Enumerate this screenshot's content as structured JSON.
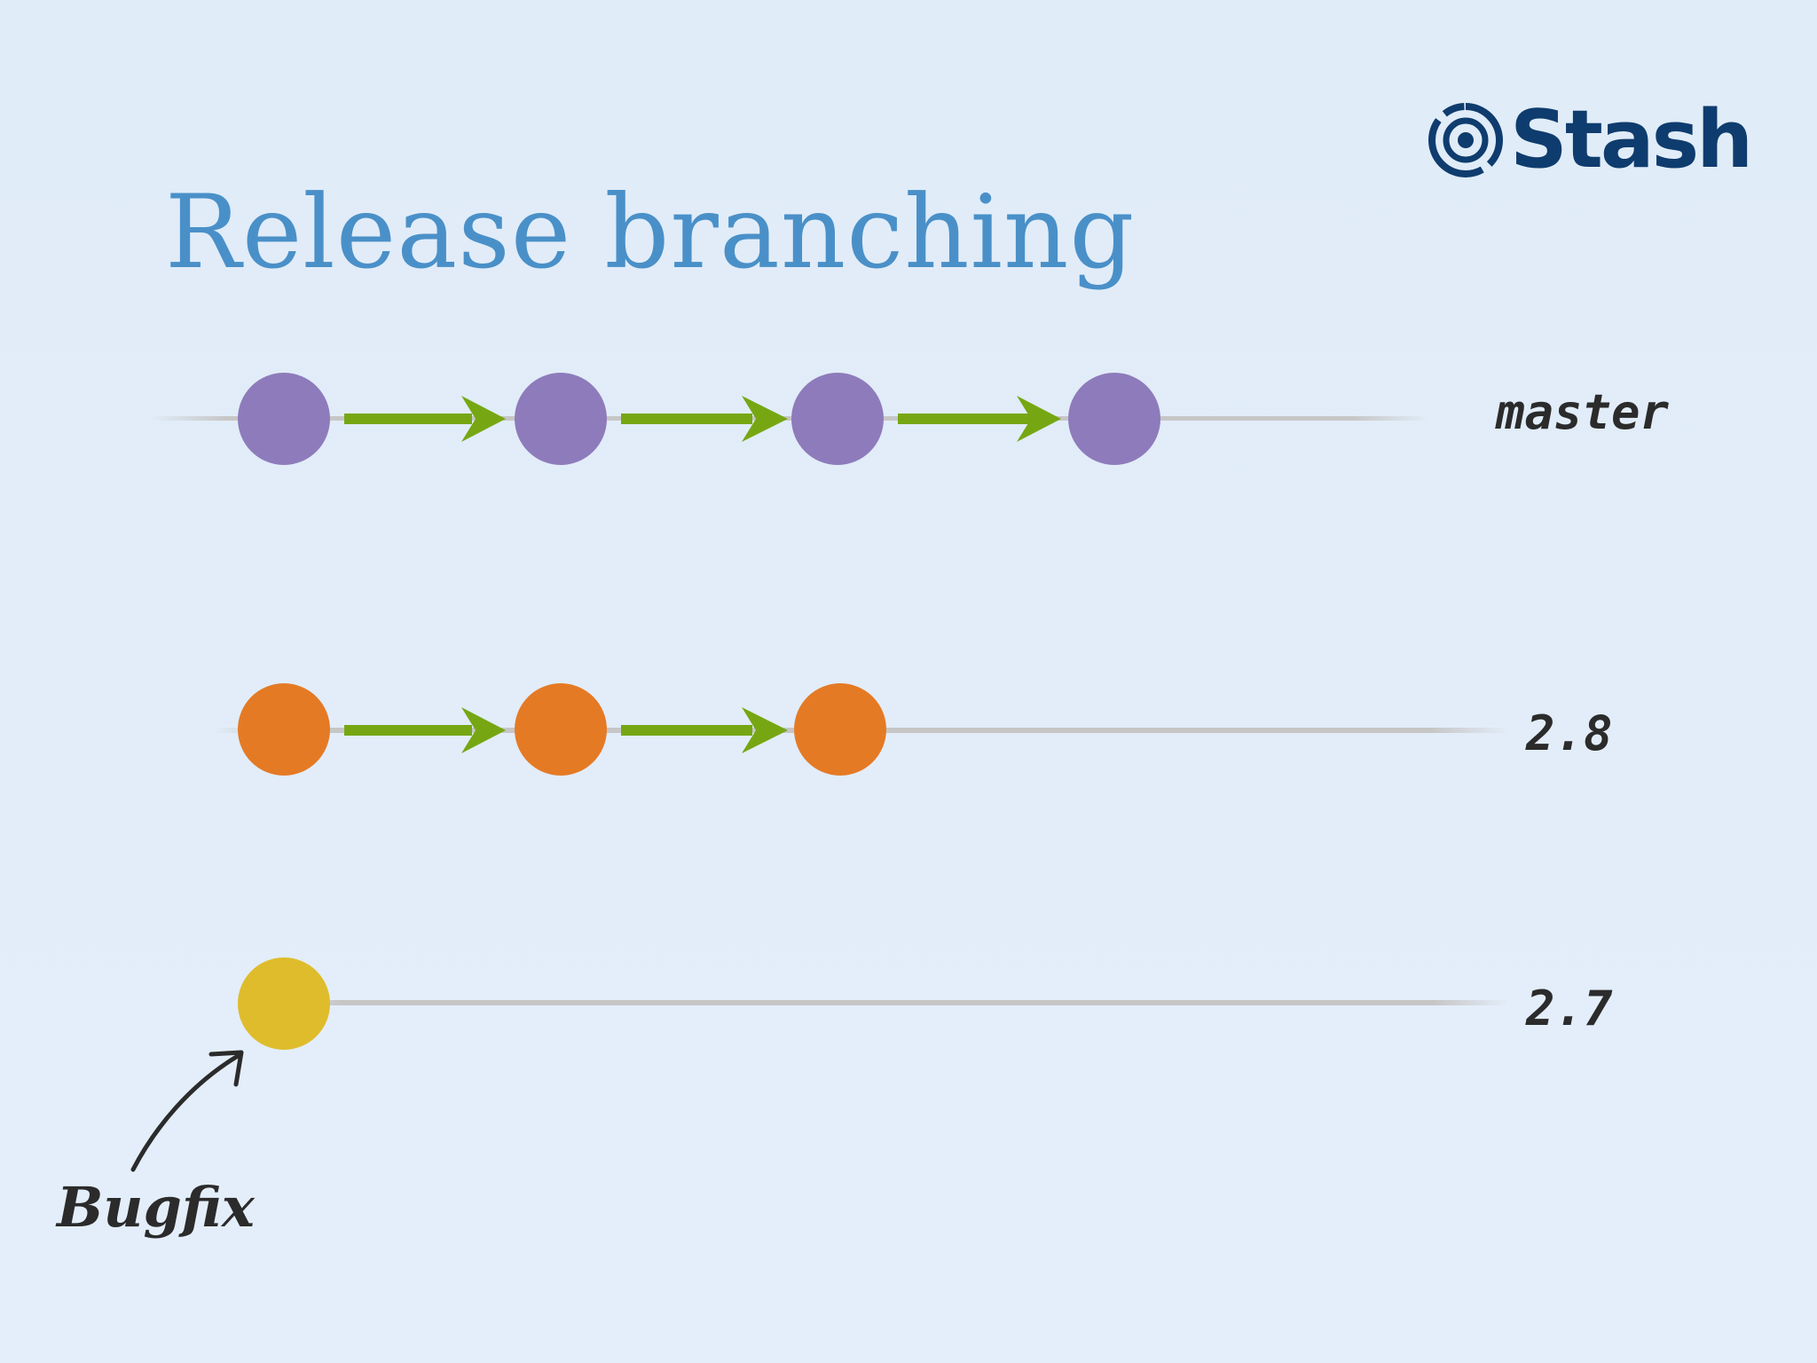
{
  "title": "Release branching",
  "logo": {
    "text": "Stash",
    "icon": "stash-logo-icon",
    "color": "#0f3c6e"
  },
  "colors": {
    "background": "#e2edf8",
    "title": "#4a90c8",
    "master_commit": "#8e7bbb",
    "release_2_8_commit": "#e57a25",
    "release_2_7_commit": "#dfbc2b",
    "arrow": "#76a713",
    "branch_line": "#c6c6c6"
  },
  "branches": [
    {
      "id": "master",
      "label": "master",
      "commits": 4
    },
    {
      "id": "release-2-8",
      "label": "2.8",
      "commits": 3
    },
    {
      "id": "release-2-7",
      "label": "2.7",
      "commits": 1
    }
  ],
  "annotation": {
    "text": "Bugfix",
    "points_to": "release-2-7"
  }
}
